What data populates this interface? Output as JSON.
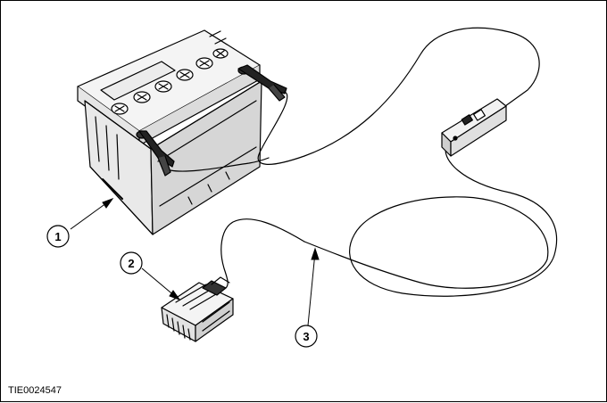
{
  "figure": {
    "reference_code": "TIE0024547",
    "callouts": [
      {
        "number": "1",
        "target": "battery"
      },
      {
        "number": "2",
        "target": "connector-plug"
      },
      {
        "number": "3",
        "target": "cable"
      }
    ]
  }
}
